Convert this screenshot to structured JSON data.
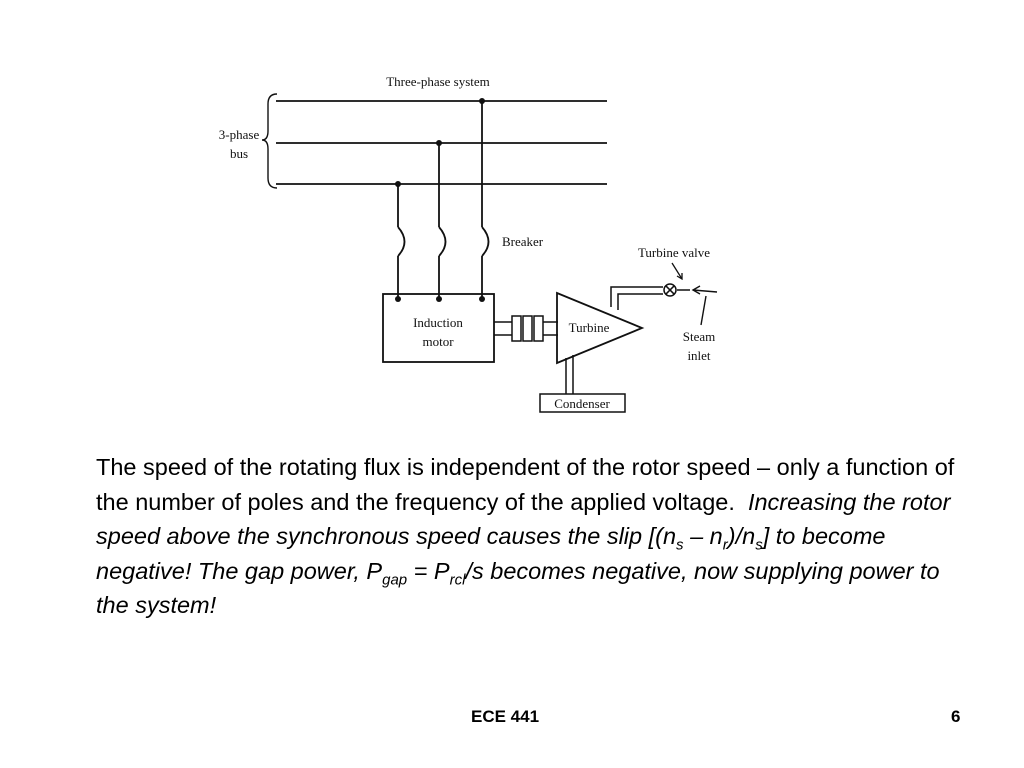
{
  "diagram": {
    "labels": {
      "system": "Three-phase system",
      "bus_line1": "3-phase",
      "bus_line2": "bus",
      "breaker": "Breaker",
      "turbine_valve": "Turbine valve",
      "motor_line1": "Induction",
      "motor_line2": "motor",
      "turbine": "Turbine",
      "steam_line1": "Steam",
      "steam_line2": "inlet",
      "condenser": "Condenser"
    }
  },
  "text": {
    "p_normal": "The speed of the rotating flux is independent of the rotor speed – only a function of the number of poles and the frequency of the applied voltage.",
    "p_italic_1": "Increasing the rotor speed above the synchronous speed causes the slip [(n",
    "sub_s1": "s",
    "p_italic_2": " – n",
    "sub_r": "r",
    "p_italic_3": ")/n",
    "sub_s2": "s",
    "p_italic_4": "] to become negative!  The gap power, P",
    "sub_gap": "gap",
    "p_italic_5": " = P",
    "sub_rcl": "rcl",
    "p_italic_6": "/s becomes negative, now supplying power to the system!"
  },
  "footer": {
    "course": "ECE 441",
    "page": "6"
  }
}
